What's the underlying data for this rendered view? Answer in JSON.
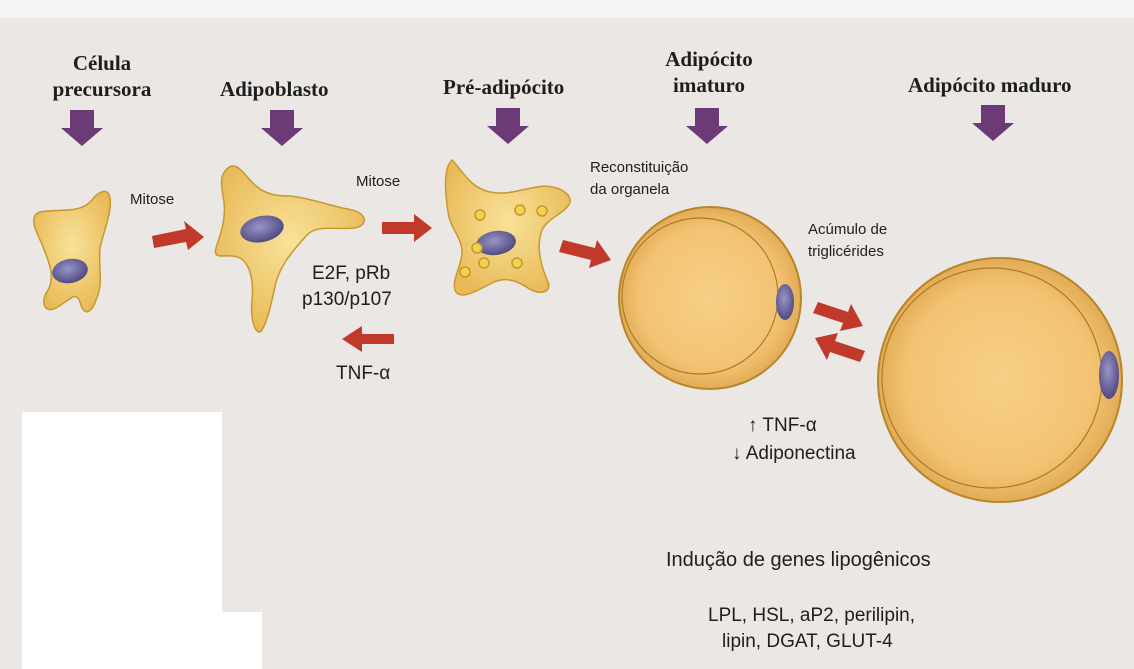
{
  "stages": {
    "precursor": "Célula precursora",
    "adipoblast": "Adipoblasto",
    "preadipocyte": "Pré-adipócito",
    "immature": "Adipócito imaturo",
    "mature": "Adipócito maduro"
  },
  "labels": {
    "mitosis1": "Mitose",
    "mitosis2": "Mitose",
    "regulators_line1": "E2F, pRb",
    "regulators_line2": "p130/p107",
    "tnf_inhibit": "TNF-α",
    "reconstitution_line1": "Reconstituição",
    "reconstitution_line2": "da organela",
    "accumulation_line1": "Acúmulo de",
    "accumulation_line2": "triglicérides",
    "up_tnf": "↑ TNF-α",
    "down_adiponectin": "↓ Adiponectina",
    "induction_title": "Indução de genes lipogênicos",
    "genes_line1": "LPL, HSL, aP2, perilipin,",
    "genes_line2": "lipin, DGAT, GLUT-4"
  },
  "colors": {
    "cell_fill": "#f3d27a",
    "cell_edge": "#c7982f",
    "nucleus": "#6f6a9c",
    "arrow_red": "#c0392b",
    "arrow_purple": "#6d3a78"
  }
}
